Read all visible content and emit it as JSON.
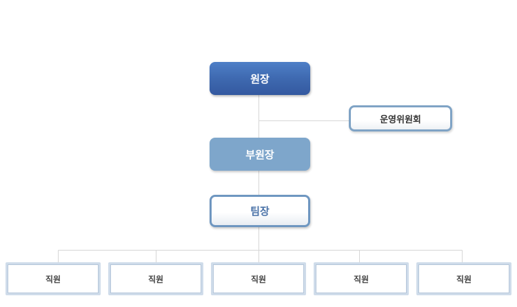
{
  "org": {
    "director": {
      "label": "원장"
    },
    "committee": {
      "label": "운영위원회"
    },
    "vice_director": {
      "label": "부원장"
    },
    "team_leader": {
      "label": "팀장"
    },
    "staff": [
      {
        "label": "직원"
      },
      {
        "label": "직원"
      },
      {
        "label": "직원"
      },
      {
        "label": "직원"
      },
      {
        "label": "직원"
      }
    ]
  },
  "colors": {
    "director_bg": "#3d67ae",
    "vice_director_bg": "#7ea6cb",
    "team_leader_border": "#6e96c0",
    "team_leader_text": "#4a72a8",
    "committee_border": "#7fa3c5",
    "staff_border": "#cfdcea",
    "connector": "#d6d6d6"
  }
}
